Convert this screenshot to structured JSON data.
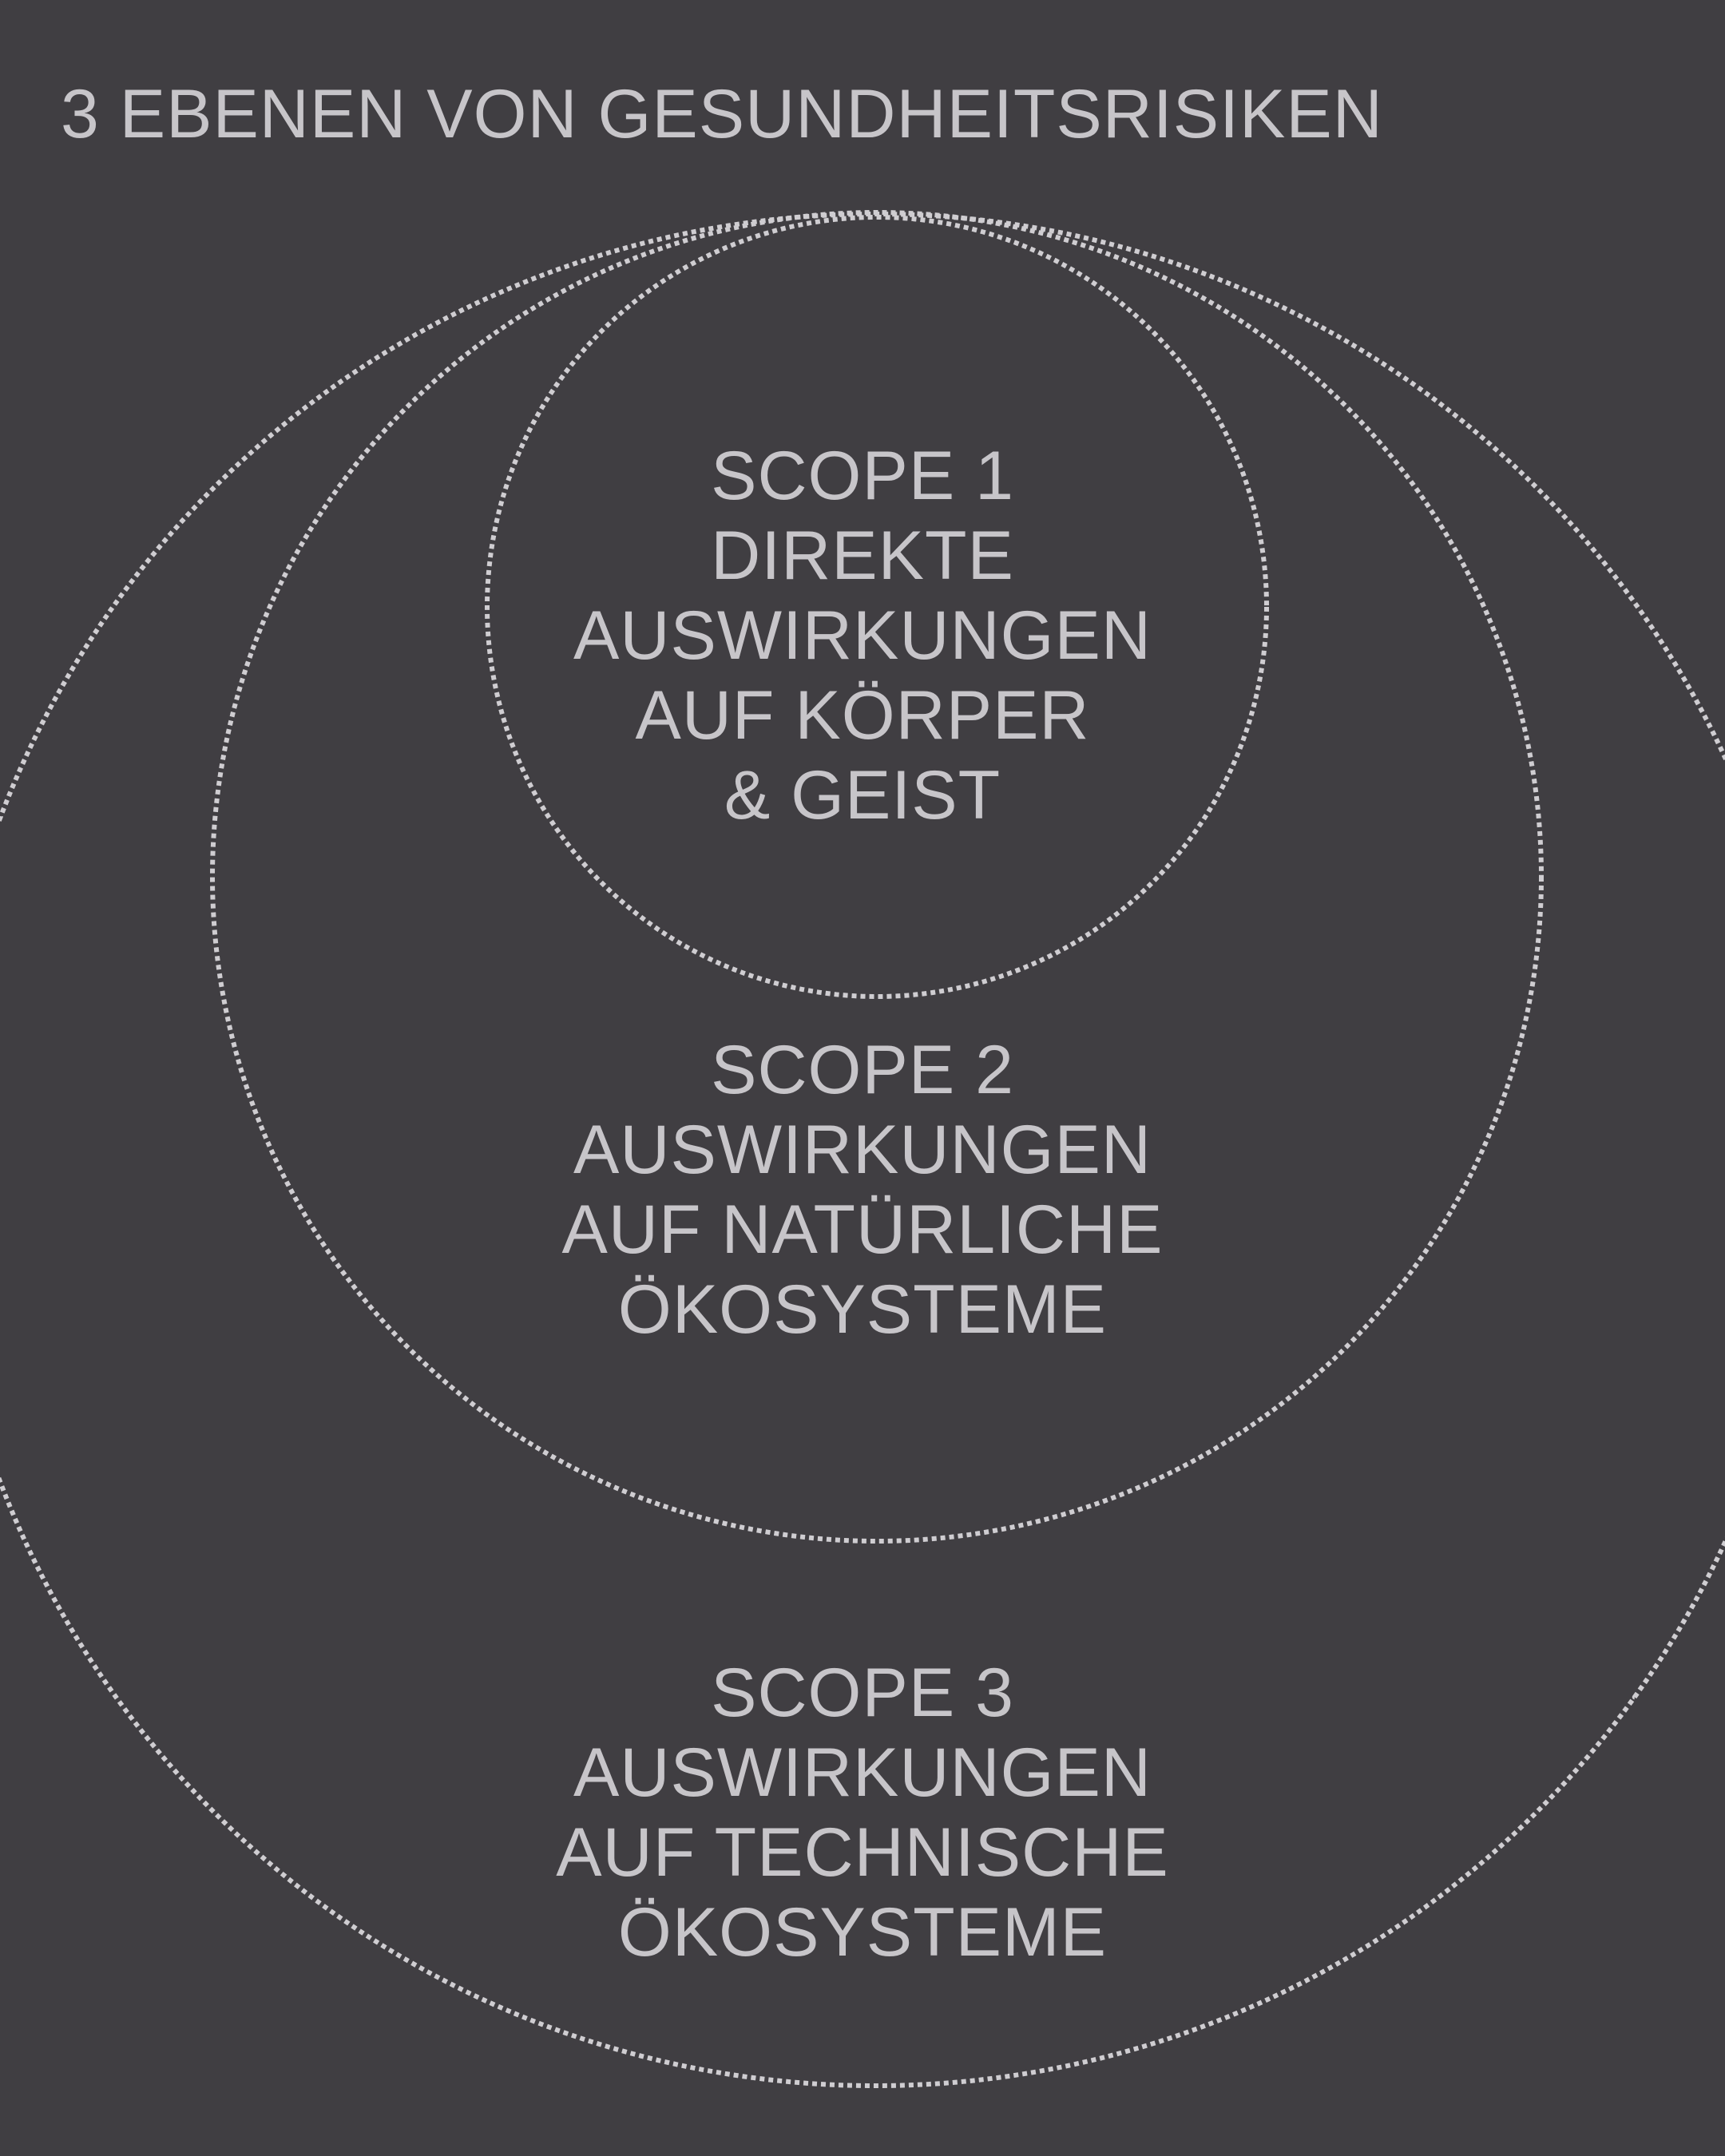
{
  "title": "3 EBENEN VON GESUNDHEITSRISIKEN",
  "colors": {
    "background": "#403e42",
    "text": "#c7c5c9",
    "circle_stroke": "#cfcdd1"
  },
  "scopes": [
    {
      "lines": [
        "SCOPE 1",
        "DIREKTE",
        "AUSWIRKUNGEN",
        "AUF KÖRPER",
        "& GEIST"
      ]
    },
    {
      "lines": [
        "SCOPE 2",
        "AUSWIRKUNGEN",
        "AUF NATÜRLICHE",
        "ÖKOSYSTEME"
      ]
    },
    {
      "lines": [
        "SCOPE 3",
        "AUSWIRKUNGEN",
        "AUF TECHNISCHE",
        "ÖKOSYSTEME"
      ]
    }
  ]
}
